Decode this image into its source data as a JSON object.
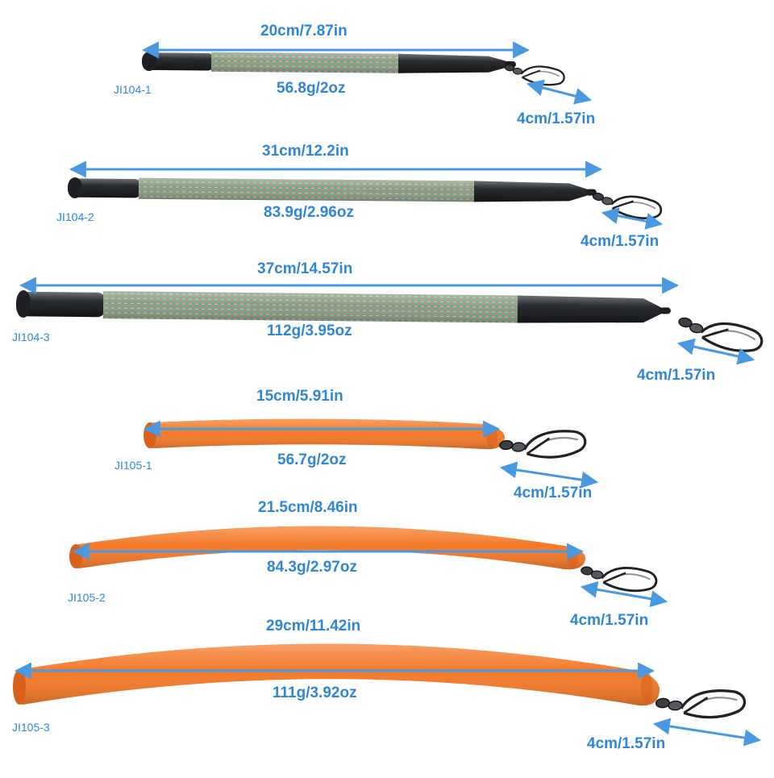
{
  "products": [
    {
      "id": "ji104-1",
      "code": "JI104-1",
      "length": "20cm/7.87in",
      "weight": "56.8g/2oz",
      "snap": "4cm/1.57in",
      "style": "braided"
    },
    {
      "id": "ji104-2",
      "code": "JI104-2",
      "length": "31cm/12.2in",
      "weight": "83.9g/2.96oz",
      "snap": "4cm/1.57in",
      "style": "braided"
    },
    {
      "id": "ji104-3",
      "code": "JI104-3",
      "length": "37cm/14.57in",
      "weight": "112g/3.95oz",
      "snap": "4cm/1.57in",
      "style": "braided"
    },
    {
      "id": "ji105-1",
      "code": "JI105-1",
      "length": "15cm/5.91in",
      "weight": "56.7g/2oz",
      "snap": "4cm/1.57in",
      "style": "rubber"
    },
    {
      "id": "ji105-2",
      "code": "JI105-2",
      "length": "21.5cm/8.46in",
      "weight": "84.3g/2.97oz",
      "snap": "4cm/1.57in",
      "style": "rubber"
    },
    {
      "id": "ji105-3",
      "code": "JI105-3",
      "length": "29cm/11.42in",
      "weight": "111g/3.92oz",
      "snap": "4cm/1.57in",
      "style": "rubber"
    }
  ],
  "colors": {
    "label": "#2f86d6",
    "arrow": "#4a98df",
    "orange": "#f47a2a",
    "orange_dark": "#d9601a",
    "black": "#232629",
    "braid_base": "#7f9a86"
  }
}
